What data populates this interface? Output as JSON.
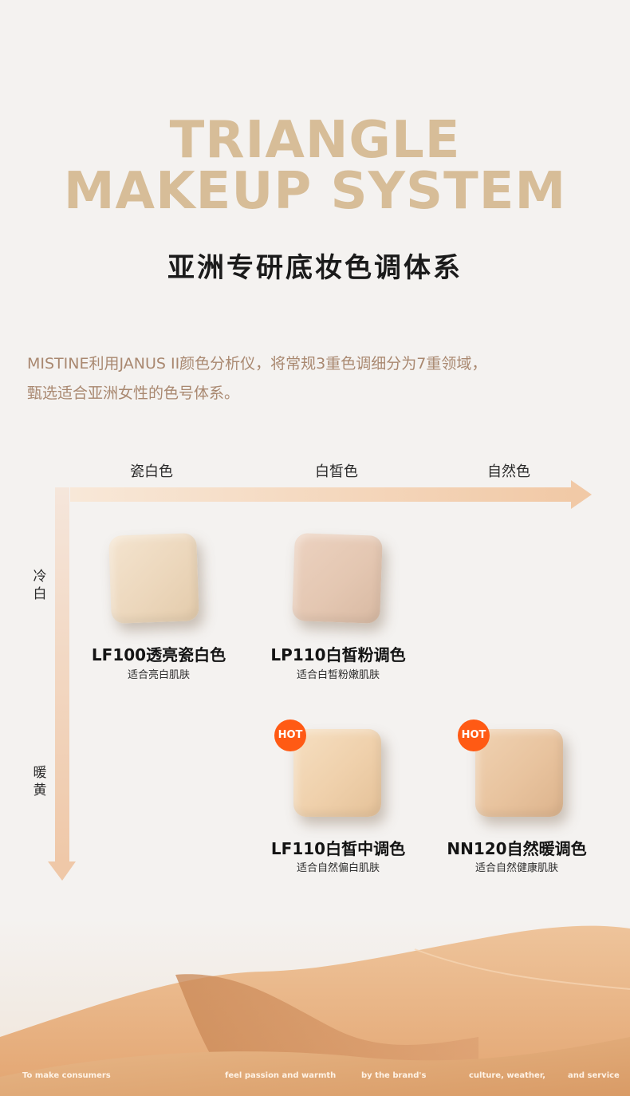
{
  "hero": {
    "title_line1": "TRIANGLE",
    "title_line2": "MAKEUP SYSTEM",
    "subtitle": "亚洲专研底妆色调体系"
  },
  "description": {
    "line1": "MISTINE利用JANUS II颜色分析仪，将常规3重色调细分为7重领域，",
    "line2": "甄选适合亚洲女性的色号体系。"
  },
  "axes": {
    "columns": [
      "瓷白色",
      "白皙色",
      "自然色"
    ],
    "rows": [
      "冷白",
      "暖黄"
    ]
  },
  "products": [
    {
      "name": "LF100透亮瓷白色",
      "desc": "适合亮白肌肤",
      "hot": false
    },
    {
      "name": "LP110白皙粉调色",
      "desc": "适合白皙粉嫩肌肤",
      "hot": false
    },
    {
      "name": "LF110白皙中调色",
      "desc": "适合自然偏白肌肤",
      "hot": true,
      "badge": "HOT"
    },
    {
      "name": "NN120自然暖调色",
      "desc": "适合自然健康肌肤",
      "hot": true,
      "badge": "HOT"
    }
  ],
  "footer": [
    "To make consumers",
    "feel passion and warmth",
    "by the brand's",
    "culture, weather,",
    "and service"
  ],
  "colors": {
    "title": "#d7bd98",
    "accent_hot": "#ff5a14",
    "axis": "#f2cba8",
    "background": "#f4f2f0"
  }
}
